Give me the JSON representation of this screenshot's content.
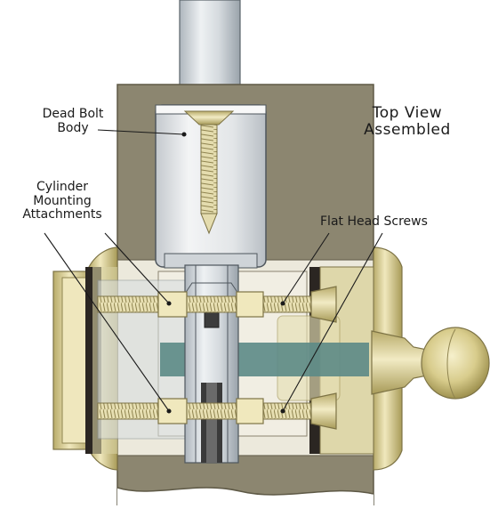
{
  "labels": {
    "dead_bolt_line1": "Dead Bolt",
    "dead_bolt_line2": "Body",
    "cylinder_line1": "Cylinder",
    "cylinder_line2": "Mounting",
    "cylinder_line3": "Attachments",
    "flat_head_screws": "Flat Head Screws",
    "title_line1": "Top View",
    "title_line2": "Assembled"
  },
  "colors": {
    "door": "#8c8670",
    "door_edge": "#6b6552",
    "bolt_body": "#dfe2e4",
    "steel": "#c9ced3",
    "brass": "#d9cf9a",
    "brass_dark": "#a69a5e",
    "rubber": "#2b2622",
    "bar": "#5c8a86",
    "pale_fill": "#ece9dc"
  }
}
